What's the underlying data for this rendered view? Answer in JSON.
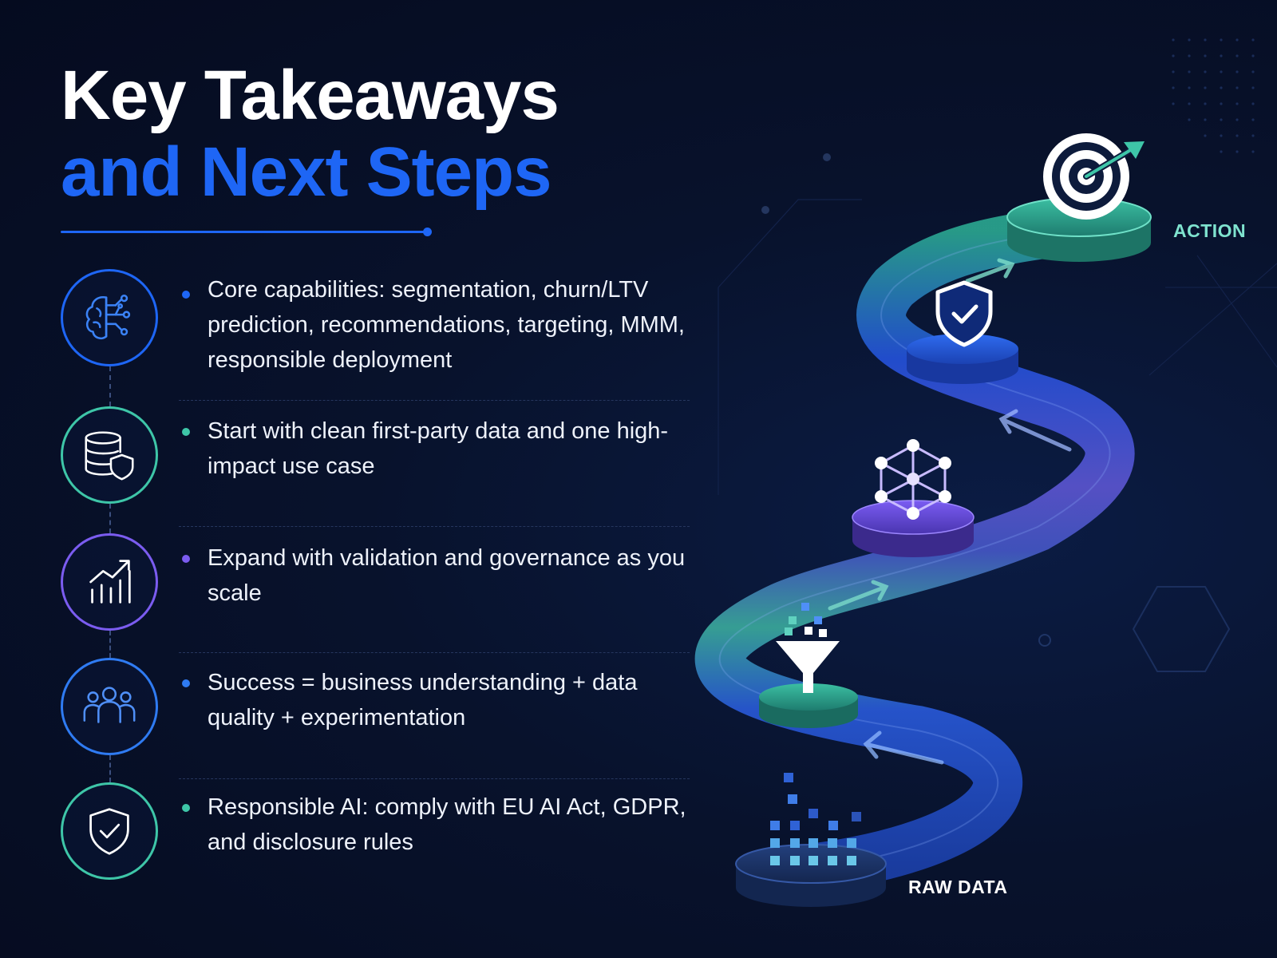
{
  "title": {
    "line1": "Key Takeaways",
    "line2": "and Next Steps"
  },
  "colors": {
    "background": "#070f26",
    "accent_blue": "#1e66f5",
    "teal": "#3ec6a8",
    "purple": "#7b5cf0"
  },
  "takeaways": [
    {
      "icon": "brain-network-icon",
      "accent": "#1e66f5",
      "text": "Core capabilities: segmentation, churn/LTV prediction, recommendations, targeting, MMM, responsible deployment"
    },
    {
      "icon": "database-shield-icon",
      "accent": "#3ec6a8",
      "text": "Start with clean first-party data and one high-impact use case"
    },
    {
      "icon": "growth-chart-icon",
      "accent": "#7b5cf0",
      "text": "Expand with validation and governance as you scale"
    },
    {
      "icon": "team-people-icon",
      "accent": "#2f7bf2",
      "text": "Success = business understanding + data quality + experimentation"
    },
    {
      "icon": "shield-check-icon",
      "accent": "#3ec6a8",
      "text": "Responsible AI: comply with EU AI Act, GDPR, and disclosure rules"
    }
  ],
  "journey": {
    "start_label": "RAW DATA",
    "end_label": "ACTION",
    "stages": [
      {
        "icon": "data-pixels-icon"
      },
      {
        "icon": "funnel-icon"
      },
      {
        "icon": "network-graph-icon"
      },
      {
        "icon": "shield-check-icon"
      },
      {
        "icon": "target-arrow-icon"
      }
    ]
  }
}
